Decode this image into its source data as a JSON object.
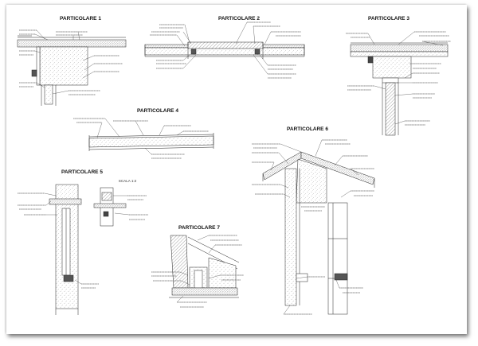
{
  "sheet": {
    "details": [
      {
        "title": "PARTICOLARE 1"
      },
      {
        "title": "PARTICOLARE 2"
      },
      {
        "title": "PARTICOLARE 3"
      },
      {
        "title": "PARTICOLARE 4"
      },
      {
        "title": "PARTICOLARE 5"
      },
      {
        "title": "PARTICOLARE 6"
      },
      {
        "title": "PARTICOLARE 7"
      }
    ],
    "scale_label": "SCALA 1:2"
  }
}
